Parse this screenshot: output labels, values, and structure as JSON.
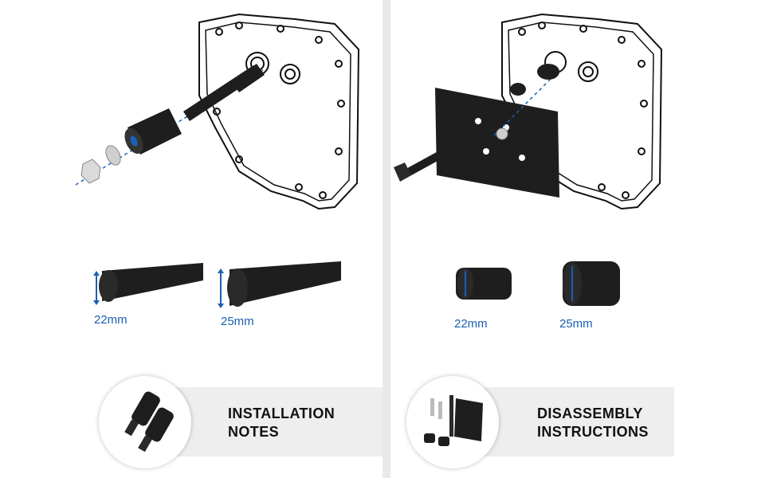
{
  "panels": [
    {
      "title_line1": "INSTALLATION",
      "title_line2": "NOTES",
      "sizes": [
        "22mm",
        "25mm"
      ],
      "thumbnail": "two-collet-tools-icon"
    },
    {
      "title_line1": "DISASSEMBLY",
      "title_line2": "INSTRUCTIONS",
      "sizes": [
        "22mm",
        "25mm"
      ],
      "thumbnail": "puller-kit-icon"
    }
  ],
  "colors": {
    "accent": "#1a5fb4",
    "band": "#eeeeee",
    "divider": "#e9e9e9",
    "tool": "#1e1e1e"
  }
}
